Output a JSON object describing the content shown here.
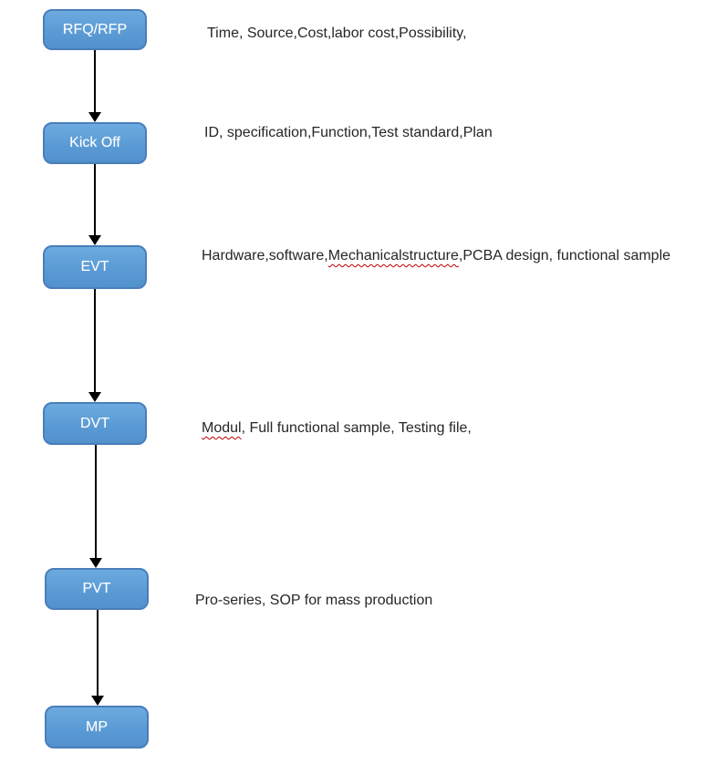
{
  "diagram": {
    "type": "flowchart",
    "direction": "vertical",
    "colors": {
      "box_fill": "#5b9bd5",
      "box_border": "#4a7ebb",
      "box_text": "#ffffff",
      "note_text": "#262626",
      "arrow": "#000000",
      "spellcheck_underline": "#c00000",
      "background": "#ffffff"
    },
    "stages": [
      {
        "label": "RFQ/RFP",
        "note_parts": [
          {
            "text": "Time, Source,Cost,labor cost,Possibility,",
            "misspelled": false
          }
        ]
      },
      {
        "label": "Kick Off",
        "note_parts": [
          {
            "text": "ID, specification,Function,Test standard,Plan",
            "misspelled": false
          }
        ]
      },
      {
        "label": "EVT",
        "note_parts": [
          {
            "text": "Hardware,software,",
            "misspelled": false
          },
          {
            "text": "Mechanicalstructure",
            "misspelled": true
          },
          {
            "text": ",PCBA design, functional sample",
            "misspelled": false
          }
        ]
      },
      {
        "label": "DVT",
        "note_parts": [
          {
            "text": "Modul",
            "misspelled": true
          },
          {
            "text": ", Full functional sample, Testing file,",
            "misspelled": false
          }
        ]
      },
      {
        "label": "PVT",
        "note_parts": [
          {
            "text": "Pro-series, SOP for mass production",
            "misspelled": false
          }
        ]
      },
      {
        "label": "MP",
        "note_parts": []
      }
    ],
    "connections": [
      {
        "from": "RFQ/RFP",
        "to": "Kick Off"
      },
      {
        "from": "Kick Off",
        "to": "EVT"
      },
      {
        "from": "EVT",
        "to": "DVT"
      },
      {
        "from": "DVT",
        "to": "PVT"
      },
      {
        "from": "PVT",
        "to": "MP"
      }
    ]
  }
}
